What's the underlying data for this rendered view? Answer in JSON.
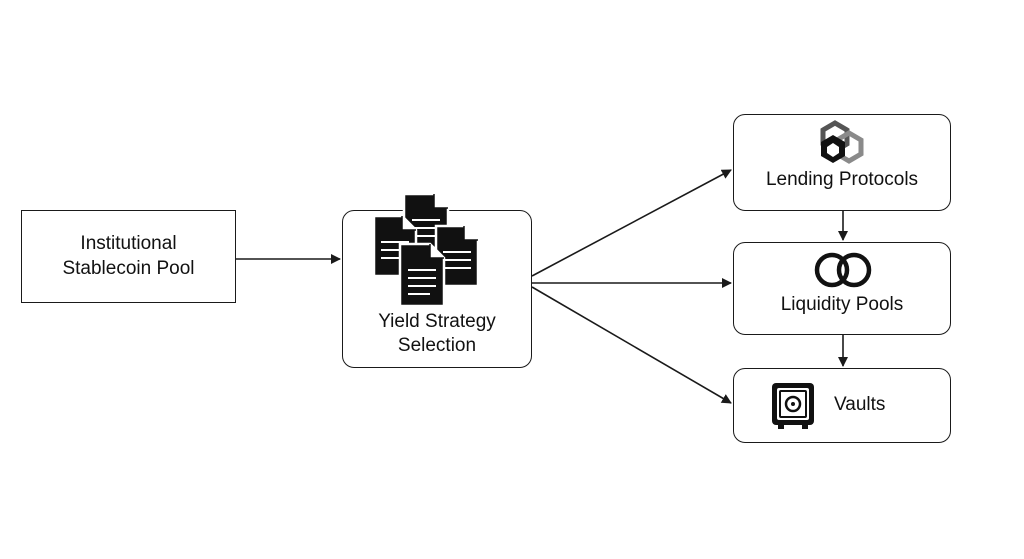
{
  "nodes": {
    "pool": {
      "label": "Institutional\nStablecoin Pool"
    },
    "strategy": {
      "label": "Yield Strategy\nSelection",
      "icon": "documents-icon"
    },
    "lending": {
      "label": "Lending Protocols",
      "icon": "protocol-logo-icon"
    },
    "liquidity": {
      "label": "Liquidity Pools",
      "icon": "interlocking-rings-icon"
    },
    "vaults": {
      "label": "Vaults",
      "icon": "safe-vault-icon"
    }
  },
  "edges": [
    {
      "from": "pool",
      "to": "strategy"
    },
    {
      "from": "strategy",
      "to": "lending"
    },
    {
      "from": "strategy",
      "to": "liquidity"
    },
    {
      "from": "strategy",
      "to": "vaults"
    },
    {
      "from": "lending",
      "to": "liquidity"
    },
    {
      "from": "liquidity",
      "to": "vaults"
    }
  ],
  "colors": {
    "stroke": "#1a1a1a",
    "background": "#ffffff"
  }
}
